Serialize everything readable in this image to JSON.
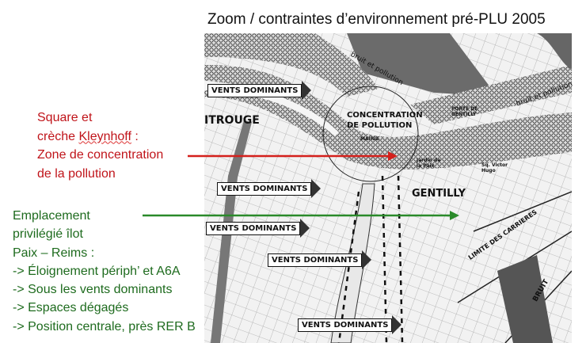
{
  "title": "Zoom / contraintes d’environnement pré-PLU 2005",
  "annotation_red": {
    "lines": [
      "Square et",
      "crèche ",
      "Kleynhoff",
      " :",
      "Zone de concentration",
      "de la pollution"
    ],
    "color": "#c0141a"
  },
  "annotation_green": {
    "lines": [
      "Emplacement",
      "privilégié îlot",
      "Paix – Reims :",
      "-> Éloignement périph’ et A6A",
      "-> Sous les vents dominants",
      "-> Espaces dégagés",
      "-> Position centrale, près RER B"
    ],
    "color": "#1e6b1e"
  },
  "map": {
    "vents": "VENTS DOMINANTS",
    "montrouge": "ITROUGE",
    "concentration": "CONCENTRATION",
    "de_pollution": "DE POLLUTION",
    "mairie": "MAIRIE",
    "bruit_pollution_1": "bruit et pollution",
    "bruit_pollution_2": "bruit et pollution",
    "porte": "PORTE DE",
    "gentilly_porte": "GENTILLY",
    "jardin": "Jardin de",
    "la_paix": "la Paix",
    "sq": "Sq. Victor",
    "hugo": "Hugo",
    "gentilly": "GENTILLY",
    "limite": "LIMITE DES CARRIERES",
    "bruit": "BRUIT"
  }
}
